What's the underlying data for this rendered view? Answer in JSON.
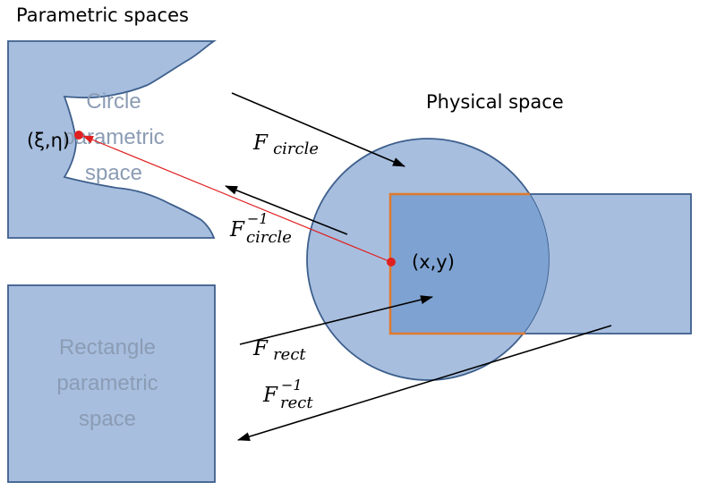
{
  "titles": {
    "parametric": "Parametric spaces",
    "physical": "Physical space"
  },
  "regions": {
    "circle_param": [
      "Circle",
      "parametric",
      "space"
    ],
    "rect_param": [
      "Rectangle",
      "parametric",
      "space"
    ]
  },
  "points": {
    "param_point": "(ξ,η)",
    "phys_point": "(x,y)"
  },
  "mappings": {
    "f_circle": {
      "base": "F",
      "sub": "circle",
      "sup": ""
    },
    "f_circle_inv": {
      "base": "F",
      "sub": "circle",
      "sup": "−1"
    },
    "f_rect": {
      "base": "F",
      "sub": "rect",
      "sup": ""
    },
    "f_rect_inv": {
      "base": "F",
      "sub": "rect",
      "sup": "−1"
    }
  },
  "colors": {
    "fill": "#a7bedf",
    "stroke": "#3d5f8c",
    "overlap": "#7ea3d2",
    "orange": "#e07a2c",
    "point": "#e02020"
  }
}
